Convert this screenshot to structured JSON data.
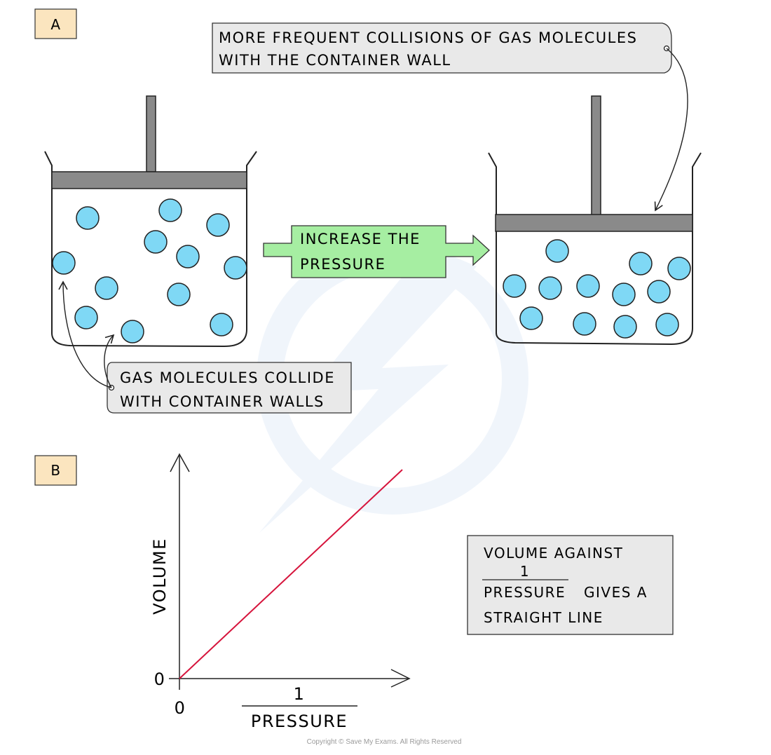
{
  "part_a": {
    "label": "A",
    "top_callout": [
      "MORE FREQUENT COLLISIONS OF GAS MOLECULES",
      "WITH THE CONTAINER WALL"
    ],
    "arrow_label": [
      "INCREASE THE",
      "PRESSURE"
    ],
    "bottom_callout": [
      "GAS MOLECULES COLLIDE",
      "WITH CONTAINER WALLS"
    ]
  },
  "part_b": {
    "label": "B",
    "note": {
      "line1": "VOLUME AGAINST",
      "fraction_numerator": "1",
      "fraction_denominator": "PRESSURE",
      "line2_rest": "GIVES A",
      "line3": "STRAIGHT LINE"
    }
  },
  "chart_data": {
    "type": "line",
    "xlabel_numerator": "1",
    "xlabel_denominator": "PRESSURE",
    "ylabel": "VOLUME",
    "x_origin_label": "0",
    "y_origin_label": "0",
    "series": [
      {
        "x": [
          0,
          1
        ],
        "y": [
          0,
          1
        ],
        "color": "#d6143c"
      }
    ]
  },
  "colors": {
    "label_box": "#fbe5bf",
    "callout_box": "#e9e9e9",
    "arrow_fill": "#a6eea2",
    "molecule": "#7fd8f5",
    "piston": "#8a8a8a"
  },
  "copyright": "Copyright © Save My Exams. All Rights Reserved"
}
